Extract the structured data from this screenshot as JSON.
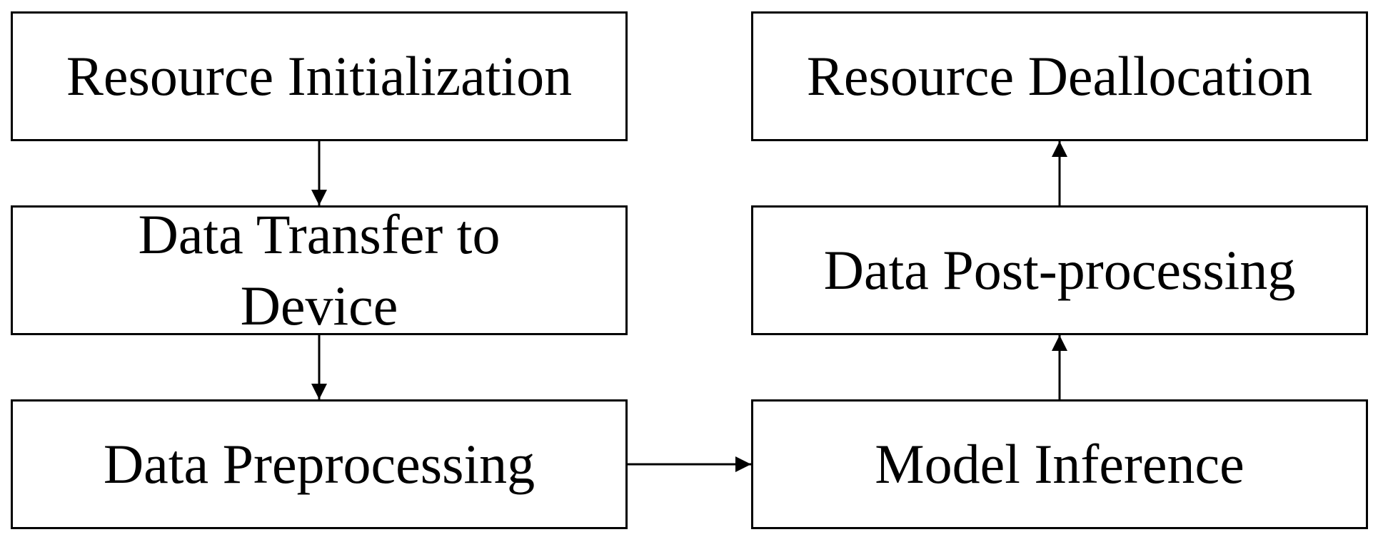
{
  "diagram": {
    "nodes": [
      {
        "id": "init",
        "label": "Resource Initialization"
      },
      {
        "id": "xfer",
        "label": "Data Transfer to\nDevice"
      },
      {
        "id": "pre",
        "label": "Data Preprocessing"
      },
      {
        "id": "infer",
        "label": "Model Inference"
      },
      {
        "id": "post",
        "label": "Data Post-processing"
      },
      {
        "id": "dealloc",
        "label": "Resource Deallocation"
      }
    ],
    "edges": [
      {
        "from": "init",
        "to": "xfer"
      },
      {
        "from": "xfer",
        "to": "pre"
      },
      {
        "from": "pre",
        "to": "infer"
      },
      {
        "from": "infer",
        "to": "post"
      },
      {
        "from": "post",
        "to": "dealloc"
      }
    ],
    "colors": {
      "stroke": "#000000",
      "fill": "#ffffff"
    }
  }
}
